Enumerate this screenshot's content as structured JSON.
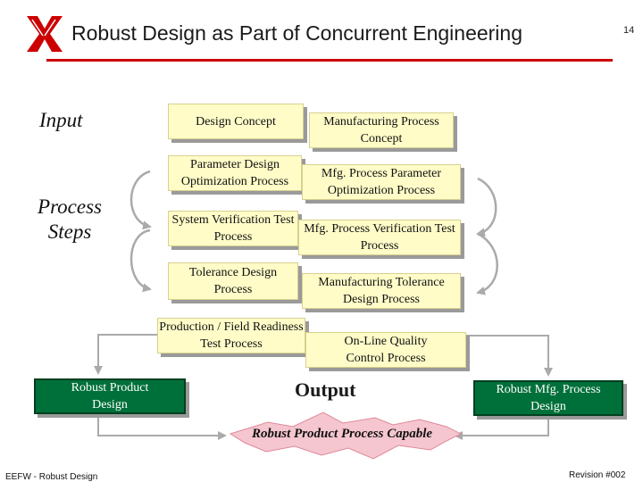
{
  "header": {
    "title": "Robust Design as Part of Concurrent Engineering",
    "page_number": "14",
    "logo_color": "#cc0000"
  },
  "side_labels": {
    "input": "Input",
    "process_steps": "Process Steps",
    "output": "Output"
  },
  "product_column": [
    {
      "label": "Design Concept"
    },
    {
      "label": "Parameter Design Optimization Process"
    },
    {
      "label": "System Verification Test Process"
    },
    {
      "label": "Tolerance Design Process"
    },
    {
      "label": "Production / Field Readiness Test Process"
    }
  ],
  "process_column": [
    {
      "label": "Manufacturing Process Concept"
    },
    {
      "label": "Mfg. Process Parameter Optimization Process"
    },
    {
      "label": "Mfg. Process Verification Test Process"
    },
    {
      "label": "Manufacturing Tolerance Design Process"
    },
    {
      "label": "On-Line Quality Control Process"
    }
  ],
  "outputs": {
    "left": "Robust Product Design",
    "right": "Robust Mfg. Process Design",
    "combined": "Robust Product Process Capable"
  },
  "colors": {
    "box_yellow": "#fffcc8",
    "box_green": "#00703a",
    "starburst": "#f5c6cf",
    "rule_red": "#cc0000"
  },
  "footer": {
    "left": "EEFW - Robust Design",
    "right": "Revision #002"
  }
}
